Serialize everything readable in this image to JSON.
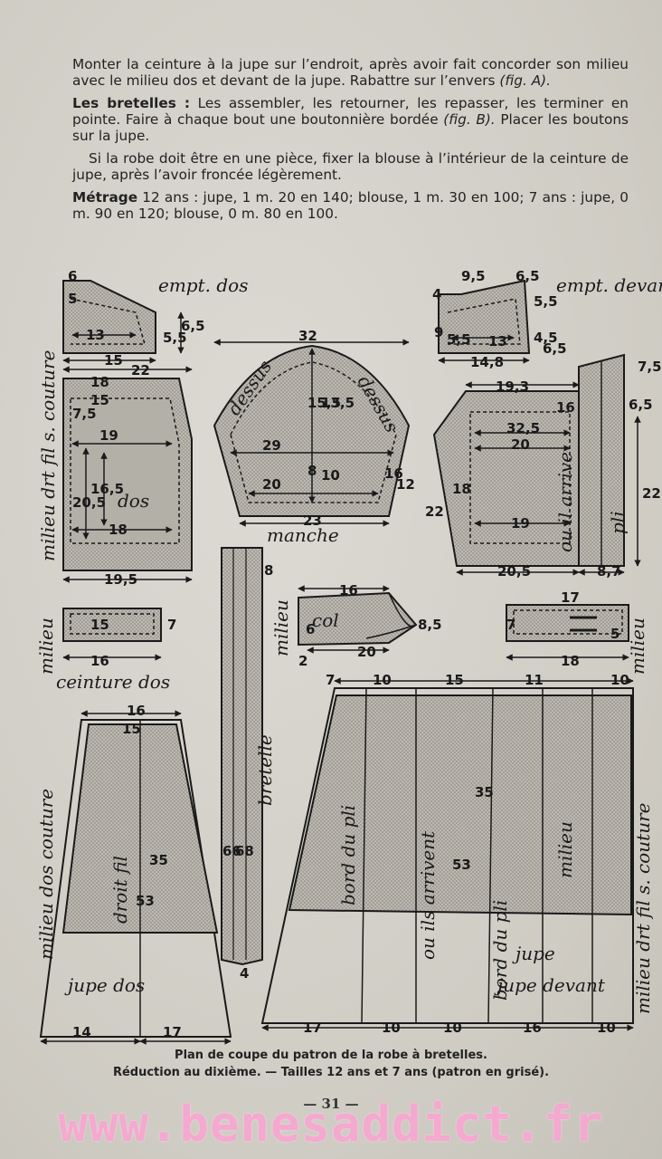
{
  "paragraphs": {
    "p1": "Monter la ceinture à la jupe sur l’endroit, après avoir fait concorder son milieu avec le milieu dos et devant de la jupe. Rabattre sur l’envers",
    "p1_fig": "(fig. A).",
    "p2_head": "Les bretelles :",
    "p2": " Les assembler, les retourner, les repasser, les terminer en pointe. Faire à chaque bout une boutonnière bordée",
    "p2_fig": "(fig. B).",
    "p2_end": " Placer les boutons sur la jupe.",
    "p3": "Si la robe doit être en une pièce, fixer la blouse à l’intérieur de la ceinture de jupe, après l’avoir froncée légèrement.",
    "p4_head": "Métrage",
    "p4": " 12 ans : jupe, 1 m. 20 en 140; blouse, 1 m. 30 en 100; 7 ans : jupe, 0 m. 90 en 120; blouse, 0 m. 80 en 100."
  },
  "pieces": {
    "emp_dos": "empt. dos",
    "emp_devant": "empt. devant",
    "milieu_dos": "milieu drt fil s. couture",
    "dos": "dos",
    "manche": "manche",
    "dessus1": "dessus",
    "dessus2": "dessus",
    "pli": "pli",
    "ou_arrive": "ou il arrive",
    "milieu": "milieu",
    "col": "col",
    "ceinture_dos": "ceinture dos",
    "milieu2": "milieu",
    "milieu3": "milieu",
    "bretelle": "bretelle",
    "milieu_dos_couture": "milieu dos couture",
    "droit_fil": "droit fil",
    "jupe_dos": "jupe  dos",
    "bord_du_pli1": "bord du pli",
    "ou_ils_arrivent": "ou ils arrivent",
    "bord_du_pli2": "bord du pli",
    "milieu4": "milieu",
    "jupe_devant": "jupe devant",
    "milieu_drt": "milieu drt fil s. couture"
  },
  "measures": {
    "m6": "6",
    "m5": "5",
    "m13": "13",
    "m15a": "15",
    "m55a": "5,5",
    "m65a": "6,5",
    "m32": "32",
    "m95": "9,5",
    "m65b": "6,5",
    "m4": "4",
    "m55b": "5,5",
    "m9": "9",
    "m55c": "5,5",
    "m13b": "13",
    "m45": "4,5",
    "m65c": "6,5",
    "m148": "14,8",
    "m18a": "18",
    "m22a": "22",
    "m15b": "15",
    "m75a": "7,5",
    "m19a": "19",
    "m205a": "20,5",
    "m165": "16,5",
    "m18b": "18",
    "m195": "19,5",
    "m155": "15,5",
    "m135": "13,5",
    "m29": "29",
    "m8": "8",
    "m10": "10",
    "m20a": "20",
    "m23": "23",
    "m16a": "16",
    "m12": "12",
    "m193": "19,3",
    "m16b": "16",
    "m325": "32,5",
    "m20b": "20",
    "m18c": "18",
    "m22b": "22",
    "m19b": "19",
    "m205b": "20,5",
    "m87": "8,7",
    "m65d": "6,5",
    "m75b": "7,5",
    "m22c": "22",
    "m15c": "15",
    "m7a": "7",
    "m16c": "16",
    "m16d": "16",
    "m6b": "6",
    "m85": "8,5",
    "m20c": "20",
    "m2": "2",
    "m17a": "17",
    "m7b": "7",
    "m5b": "5",
    "m18d": "18",
    "m8b": "8",
    "m66": "66",
    "m68": "68",
    "m4b": "4",
    "m16e": "16",
    "m15d": "15",
    "m53a": "53",
    "m35a": "35",
    "m14": "14",
    "m17b": "17",
    "m7c": "7",
    "m10a": "10",
    "m15e": "15",
    "m11": "11",
    "m10b": "10",
    "m35b": "35",
    "m53b": "53",
    "m17c": "17",
    "m10c": "10",
    "m10d": "10",
    "m16f": "16",
    "m10e": "10"
  },
  "caption1": "Plan de coupe du patron de la robe à bretelles.",
  "caption2": "Réduction au dixième. — Tailles 12 ans et 7 ans (patron en grisé).",
  "page_number": "— 31 —",
  "watermark": "www.benesaddict.fr"
}
